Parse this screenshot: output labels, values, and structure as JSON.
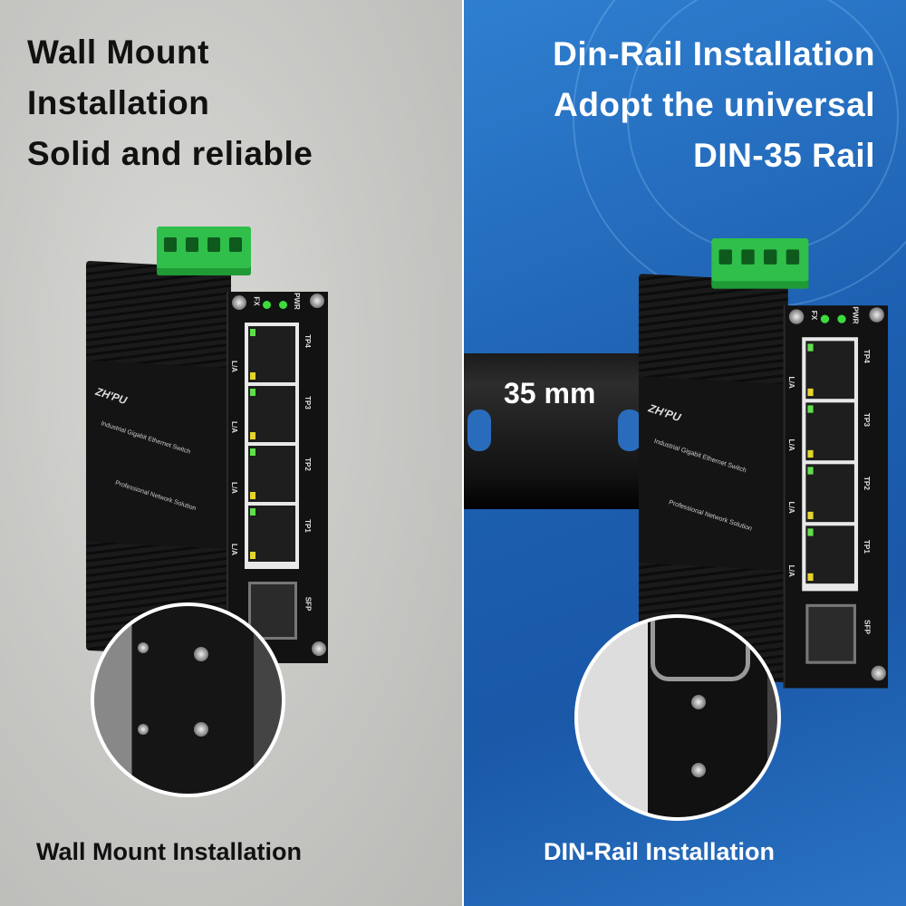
{
  "left": {
    "heading": [
      "Wall Mount",
      "Installation",
      "Solid and reliable"
    ],
    "caption": "Wall Mount Installation"
  },
  "right": {
    "heading": [
      "Din-Rail Installation",
      "Adopt the universal",
      "DIN-35 Rail"
    ],
    "caption": "DIN-Rail Installation",
    "rail_label": "35 mm"
  },
  "device": {
    "brand": "ZH'PU",
    "line1": "Industrial Gigabit Ethernet Switch",
    "line2": "Professional Network Solution",
    "fx": "FX",
    "pwr": "PWR",
    "la": "L/A",
    "ports": [
      "TP4",
      "TP3",
      "TP2",
      "TP1"
    ],
    "sfp": "SFP"
  },
  "colors": {
    "right_bg": "#1d5fb0",
    "terminal": "#2fbf4a",
    "led": "#3ddc3d"
  }
}
